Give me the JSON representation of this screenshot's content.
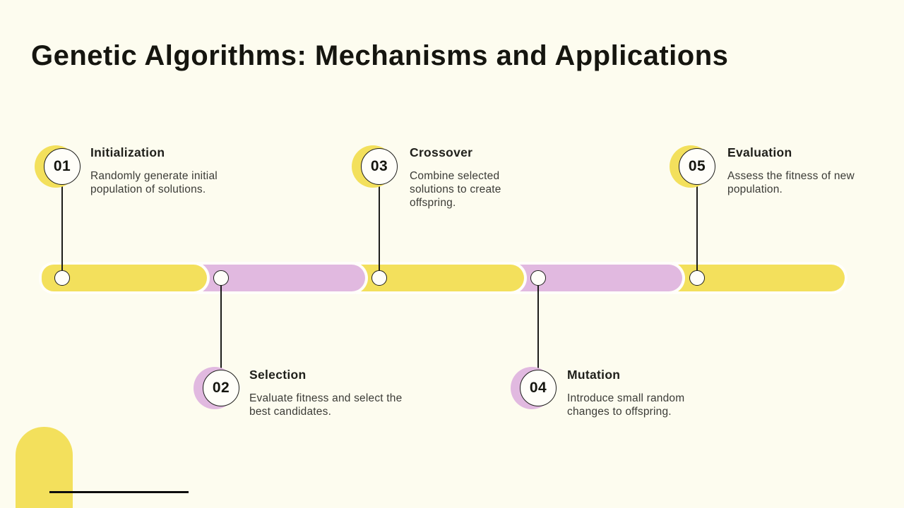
{
  "slide": {
    "title": "Genetic Algorithms: Mechanisms and Applications",
    "background_color": "#FDFCEF",
    "colors": {
      "yellow": "#F3E05C",
      "pink": "#E1B9E0",
      "ink": "#1D1D1B",
      "bottom_line": "#0D0D0D"
    }
  },
  "timeline": {
    "segment_colors": [
      "#F3E05C",
      "#E1B9E0",
      "#F3E05C",
      "#E1B9E0",
      "#F3E05C"
    ],
    "steps": [
      {
        "number": "01",
        "title": "Initialization",
        "description": "Randomly generate initial population of solutions.",
        "accent_color": "#F3E05C",
        "position": "top"
      },
      {
        "number": "02",
        "title": "Selection",
        "description": "Evaluate fitness and select the best candidates.",
        "accent_color": "#E1B9E0",
        "position": "bottom"
      },
      {
        "number": "03",
        "title": "Crossover",
        "description": "Combine selected solutions to create offspring.",
        "accent_color": "#F3E05C",
        "position": "top"
      },
      {
        "number": "04",
        "title": "Mutation",
        "description": "Introduce small random changes to offspring.",
        "accent_color": "#E1B9E0",
        "position": "bottom"
      },
      {
        "number": "05",
        "title": "Evaluation",
        "description": "Assess the fitness of new population.",
        "accent_color": "#F3E05C",
        "position": "top"
      }
    ]
  }
}
